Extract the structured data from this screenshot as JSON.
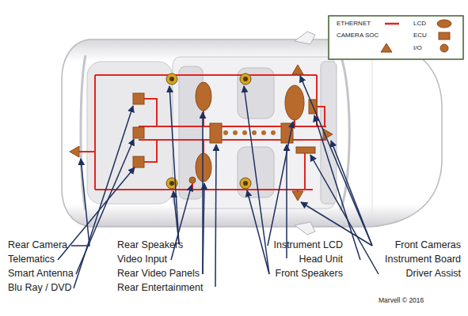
{
  "diagram": {
    "labels": [
      "Rear Camera",
      "Telematics",
      "Smart Antenna",
      "Blu Ray / DVD",
      "Rear Speakers",
      "Video Input",
      "Rear Video Panels",
      "Rear Entertainment",
      "Instrument LCD",
      "Head Unit",
      "Front Speakers",
      "Front Cameras",
      "Instrument Board",
      "Driver Assist",
      "Marvell © 2016"
    ],
    "legend": [
      {
        "text": "ETHERNET"
      },
      {
        "text": "LCD"
      },
      {
        "text": "CAMERA SOC"
      },
      {
        "text": "ECU"
      },
      {
        "text": "I/O"
      }
    ]
  }
}
